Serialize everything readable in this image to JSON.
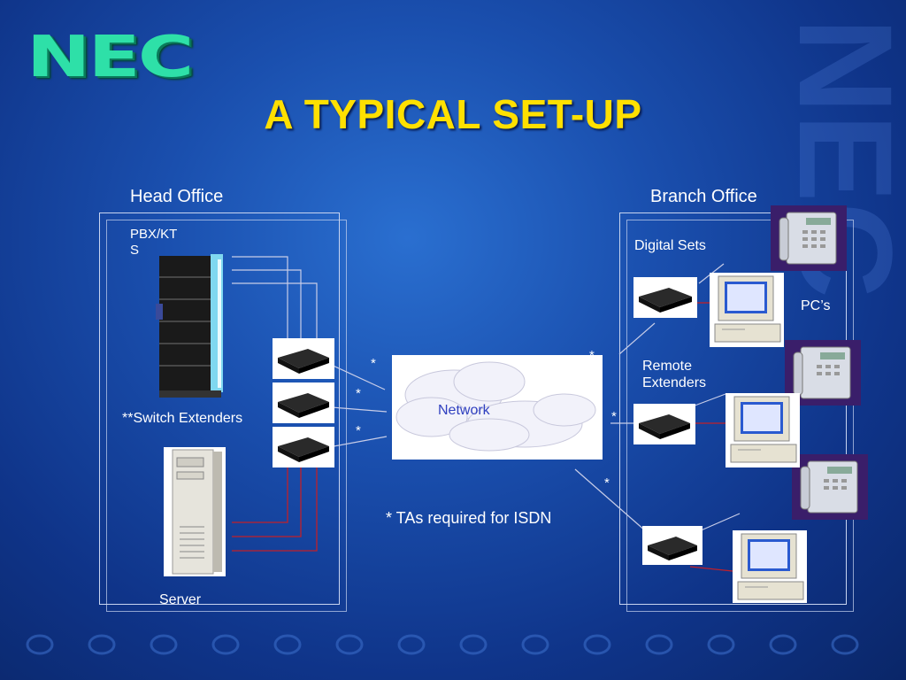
{
  "logo": "NEC",
  "title": "A TYPICAL SET-UP",
  "head_office": {
    "title": "Head Office",
    "pbx_label": "PBX/KT\nS",
    "switch_label": "**Switch Extenders",
    "server_label": "Server"
  },
  "branch_office": {
    "title": "Branch Office",
    "digital_sets_label": "Digital Sets",
    "pcs_label": "PC’s",
    "remote_label": "Remote\nExtenders"
  },
  "network_label": "Network",
  "note": "* TAs required for ISDN",
  "star": "*",
  "watermark_text": "NEC"
}
